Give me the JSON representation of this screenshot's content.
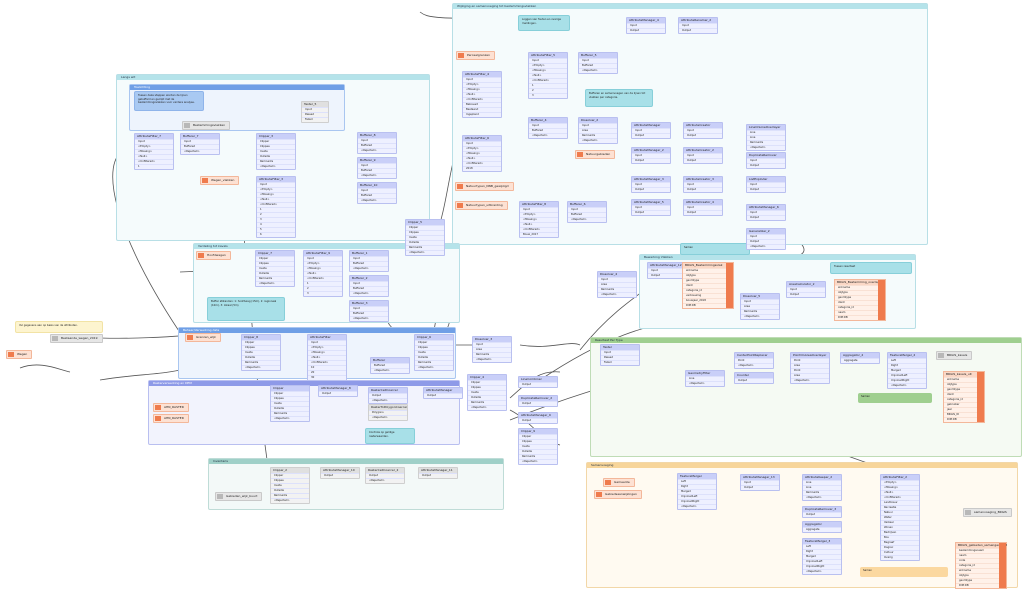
{
  "canvas": {
    "bookmarks": [
      {
        "id": "b1",
        "title": "Langs wit",
        "style": ""
      },
      {
        "id": "b2",
        "title": "Toelichting",
        "style": "blue"
      },
      {
        "id": "b3",
        "title": "Wijziging en samenvoeging tot bestemmingsvlakken",
        "style": ""
      },
      {
        "id": "b4",
        "title": "Verdeling tot kavels",
        "style": ""
      },
      {
        "id": "b5",
        "title": "Beheer/Verwerking data",
        "style": "blue"
      },
      {
        "id": "b6",
        "title": "Rasterverwerking en DEM",
        "style": "violet"
      },
      {
        "id": "b7",
        "title": "Inventaris",
        "style": "teal"
      },
      {
        "id": "b8",
        "title": "Bewerking Vlakken",
        "style": ""
      },
      {
        "id": "b9",
        "title": "Resultaat Per Type",
        "style": "green"
      },
      {
        "id": "b10",
        "title": "Samenvoeging",
        "style": "orange"
      }
    ],
    "notes": [
      {
        "id": "n1",
        "text": "Tussen deze stappen worden de lijnen gebufferd en geclipt met de bestemmingsvlakken voor verdere analyse.",
        "style": "blue"
      },
      {
        "id": "n2",
        "text": "Loggen van fouten en overige meldingen.",
        "style": "cyan"
      },
      {
        "id": "n3",
        "text": "Bufferen en samenvoegen van de lijnen tot vlakken per categorie.",
        "style": "cyan"
      },
      {
        "id": "n4",
        "text": "Buffer afstanden: 1: hoofdweg (15m), 2: regionaal (10m), 3: lokaal (5m)",
        "style": "cyan"
      },
      {
        "id": "n5",
        "text": "Vul gegevens aan op basis van de attributen.",
        "style": "yellow"
      },
      {
        "id": "n6",
        "text": "Controle op geldige rasterwaarden.",
        "style": "cyan"
      },
      {
        "id": "n7",
        "text": "Samen",
        "style": "cyan"
      },
      {
        "id": "n8",
        "text": "Tussen resultaat",
        "style": "cyan"
      },
      {
        "id": "n9",
        "text": "Samen",
        "style": "green"
      },
      {
        "id": "n10",
        "text": "Samen",
        "style": "orange"
      }
    ],
    "readers": [
      {
        "id": "r1",
        "label": "Wegen_vlakken",
        "style": ""
      },
      {
        "id": "r2",
        "label": "Bestemmingsvlakken",
        "style": "gray"
      },
      {
        "id": "r3",
        "label": "Perceelgrenzen",
        "style": ""
      },
      {
        "id": "r4",
        "label": "Kadastrale_percelen",
        "style": ""
      },
      {
        "id": "r5",
        "label": "Natuurgebieden",
        "style": ""
      },
      {
        "id": "r6",
        "label": "Natuurtypen_NNB_gewijzigd",
        "style": ""
      },
      {
        "id": "r7",
        "label": "Natuurtypen_uitbreiding",
        "style": ""
      },
      {
        "id": "r8",
        "label": "Hoofdwegen",
        "style": ""
      },
      {
        "id": "r9",
        "label": "Bestaande_wegen_2019",
        "style": "gray"
      },
      {
        "id": "r10",
        "label": "Wegen",
        "style": ""
      },
      {
        "id": "r11",
        "label": "Grenzen_wijk",
        "style": ""
      },
      {
        "id": "r12",
        "label": "AHN_RASTER",
        "style": ""
      },
      {
        "id": "r13",
        "label": "AHN_RASTER",
        "style": ""
      },
      {
        "id": "r14",
        "label": "Gebieden_wijk_buurt",
        "style": "gray"
      },
      {
        "id": "r15",
        "label": "Gemeente",
        "style": ""
      },
      {
        "id": "r16",
        "label": "Gebiedsaanwijzingen",
        "style": ""
      }
    ],
    "transformers": {
      "t1": {
        "name": "AttributeFilter_7",
        "ports": [
          "Input",
          "<Empty>",
          "<Missing>",
          "<Null>",
          "<Unfiltered>",
          "1"
        ]
      },
      "t2": {
        "name": "Bufferer_7",
        "ports": [
          "Input",
          "Buffered",
          "<Rejected>"
        ]
      },
      "t3": {
        "name": "Clipper_3",
        "ports": [
          "Clipper",
          "Clippee",
          "Inside",
          "Outside",
          "Remnants",
          "<Rejected>"
        ]
      },
      "t4": {
        "name": "AttributeFilter_3",
        "ports": [
          "Input",
          "<Empty>",
          "<Missing>",
          "<Null>",
          "<Unfiltered>",
          "1",
          "2",
          "3",
          "4",
          "5",
          "6"
        ]
      },
      "t5": {
        "name": "Bufferer_8",
        "ports": [
          "Input",
          "Buffered",
          "<Rejected>"
        ]
      },
      "t6": {
        "name": "Bufferer_9",
        "ports": [
          "Input",
          "Buffered",
          "<Rejected>"
        ]
      },
      "t7": {
        "name": "Bufferer_10",
        "ports": [
          "Input",
          "Buffered",
          "<Rejected>"
        ]
      },
      "t8": {
        "name": "Tester_3",
        "ports": [
          "Input",
          "Passed",
          "Failed"
        ]
      },
      "t9": {
        "name": "Clipper_5",
        "ports": [
          "Clipper",
          "Clippee",
          "Inside",
          "Outside",
          "Remnants",
          "<Rejected>"
        ]
      },
      "t10": {
        "name": "AttributeManager_4",
        "ports": [
          "Input",
          "Output"
        ]
      },
      "t11": {
        "name": "AttributeRenamer_2",
        "ports": [
          "Input",
          "Output"
        ]
      },
      "t12": {
        "name": "AttributeFilter_5",
        "ports": [
          "Input",
          "<Empty>",
          "<Missing>",
          "<Null>",
          "<Unfiltered>",
          "1",
          "2",
          "3"
        ]
      },
      "t13": {
        "name": "Bufferer_5",
        "ports": [
          "Input",
          "Buffered",
          "<Rejected>"
        ]
      },
      "t14": {
        "name": "AttributeFilter_4",
        "ports": [
          "Input",
          "<Empty>",
          "<Missing>",
          "<Null>",
          "<Unfiltered>",
          "Bebouwd",
          "Bestaand",
          "Ingepland"
        ]
      },
      "t15": {
        "name": "Bufferer_4",
        "ports": [
          "Input",
          "Buffered",
          "<Rejected>"
        ]
      },
      "t16": {
        "name": "Dissolver_2",
        "ports": [
          "Input",
          "Area",
          "Remnants",
          "<Rejected>"
        ]
      },
      "t17": {
        "name": "AttributeManager",
        "ports": [
          "Input",
          "Output"
        ]
      },
      "t18": {
        "name": "AttributeCreator",
        "ports": [
          "Input",
          "Output"
        ]
      },
      "t19": {
        "name": "AttributeFilter_6",
        "ports": [
          "Input",
          "<Empty>",
          "<Missing>",
          "<Null>",
          "<Unfiltered>",
          "2018"
        ]
      },
      "t20": {
        "name": "AttributeManager_2",
        "ports": [
          "Input",
          "Output"
        ]
      },
      "t21": {
        "name": "AttributeCreator_2",
        "ports": [
          "Input",
          "Output"
        ]
      },
      "t22": {
        "name": "AttributeManager_3",
        "ports": [
          "Input",
          "Output"
        ]
      },
      "t23": {
        "name": "AttributeCreator_3",
        "ports": [
          "Input",
          "Output"
        ]
      },
      "t24": {
        "name": "AttributeFilter_8",
        "ports": [
          "Input",
          "<Empty>",
          "<Missing>",
          "<Null>",
          "<Unfiltered>",
          "Bouw_2017"
        ]
      },
      "t25": {
        "name": "Bufferer_6",
        "ports": [
          "Input",
          "Buffered",
          "<Rejected>"
        ]
      },
      "t26": {
        "name": "AttributeManager_5",
        "ports": [
          "Input",
          "Output"
        ]
      },
      "t27": {
        "name": "AttributeCreator_4",
        "ports": [
          "Input",
          "Output"
        ]
      },
      "t28": {
        "name": "LineOnLineOverlayer",
        "ports": [
          "Line",
          "Line",
          "Remnants",
          "<Rejected>"
        ]
      },
      "t29": {
        "name": "DuplicateRemover",
        "ports": [
          "Input",
          "Output"
        ]
      },
      "t30": {
        "name": "ListExploder",
        "ports": [
          "Input",
          "Output"
        ]
      },
      "t31": {
        "name": "AttributeManager_6",
        "ports": [
          "Input",
          "Output"
        ]
      },
      "t32": {
        "name": "Generalizer_2",
        "ports": [
          "Input",
          "Output",
          "<Rejected>"
        ]
      },
      "t33": {
        "name": "Clipper_7",
        "ports": [
          "Clipper",
          "Clippee",
          "Inside",
          "Outside",
          "Remnants",
          "<Rejected>"
        ]
      },
      "t34": {
        "name": "AttributeFilter_9",
        "ports": [
          "Input",
          "<Empty>",
          "<Missing>",
          "<Null>",
          "<Unfiltered>",
          "1",
          "2",
          "3"
        ]
      },
      "t35": {
        "name": "Bufferer_1",
        "ports": [
          "Input",
          "Buffered",
          "<Rejected>"
        ]
      },
      "t36": {
        "name": "Bufferer_2",
        "ports": [
          "Input",
          "Buffered",
          "<Rejected>"
        ]
      },
      "t37": {
        "name": "Bufferer_3",
        "ports": [
          "Input",
          "Buffered",
          "<Rejected>"
        ]
      },
      "t38": {
        "name": "Clipper_8",
        "ports": [
          "Clipper",
          "Clippee",
          "Inside",
          "Outside",
          "Remnants",
          "<Rejected>"
        ]
      },
      "t39": {
        "name": "AttributeFilter",
        "ports": [
          "Input",
          "<Empty>",
          "<Missing>",
          "<Null>",
          "<Unfiltered>",
          "10",
          "20",
          "30"
        ]
      },
      "t40": {
        "name": "Bufferer",
        "ports": [
          "Buffered",
          "<Rejected>"
        ]
      },
      "t41": {
        "name": "Clipper_6",
        "ports": [
          "Clipper",
          "Clippee",
          "Inside",
          "Outside",
          "Remnants",
          "<Rejected>"
        ]
      },
      "t42": {
        "name": "Dissolver_3",
        "ports": [
          "Input",
          "Area",
          "Remnants",
          "<Rejected>"
        ]
      },
      "t43": {
        "name": "Generalizer",
        "ports": [
          "Output",
          "<Rejected>"
        ]
      },
      "t44": {
        "name": "Dissolver",
        "ports": [
          "Area",
          "Remnants",
          "<Rejected>"
        ]
      },
      "t45": {
        "name": "RasterToPolygon",
        "ports": [
          "Output",
          "<Rejected>"
        ]
      },
      "t46": {
        "name": "Clipper",
        "ports": [
          "Clipper",
          "Clippee",
          "Inside",
          "Outside",
          "Remnants",
          "<Rejected>"
        ]
      },
      "t47": {
        "name": "AttributeManager_8",
        "ports": [
          "Output"
        ]
      },
      "t48": {
        "name": "RasterCellCoercer",
        "ports": [
          "Output",
          "<Rejected>"
        ]
      },
      "t49": {
        "name": "AttributeManager",
        "ports": [
          "Output"
        ]
      },
      "t50": {
        "name": "RasterToPolygonCoercer",
        "ports": [
          "Polygons",
          "<Rejected>"
        ]
      },
      "t51": {
        "name": "Clipper_4",
        "ports": [
          "Clipper",
          "Clippee",
          "Inside",
          "Outside",
          "Remnants",
          "<Rejected>"
        ]
      },
      "t52": {
        "name": "LineCombiner",
        "ports": [
          "Output"
        ]
      },
      "t53": {
        "name": "DuplicateRemover_2",
        "ports": [
          "Output"
        ]
      },
      "t54": {
        "name": "AttributeManager_9",
        "ports": [
          "Output"
        ]
      },
      "t55": {
        "name": "Clipper_9",
        "ports": [
          "Clipper",
          "Clippee",
          "Inside",
          "Outside",
          "Remnants",
          "<Rejected>"
        ]
      },
      "t56": {
        "name": "Clipper_1",
        "ports": [
          "Clipper",
          "Clippee",
          "Inside",
          "Outside",
          "Remnants",
          "<Rejected>"
        ]
      },
      "t57": {
        "name": "AttributeManager_10",
        "ports": [
          "Output"
        ]
      },
      "t58": {
        "name": "RasterCellCoercer_2",
        "ports": [
          "Output",
          "<Rejected>"
        ]
      },
      "t59": {
        "name": "AttributeManager_11",
        "ports": [
          "Output"
        ]
      },
      "t60": {
        "name": "Dissolver_4",
        "ports": [
          "Input",
          "Area",
          "Remnants",
          "<Rejected>"
        ]
      },
      "t61": {
        "name": "AttributeManager_12",
        "ports": [
          "Input",
          "Output"
        ]
      },
      "t62": {
        "name": "Dissolver_5",
        "ports": [
          "Input",
          "Area",
          "Remnants",
          "<Rejected>"
        ]
      },
      "t63": {
        "name": "AreaCalculator_2",
        "ports": [
          "Input",
          "Output"
        ]
      },
      "t64": {
        "name": "Tester",
        "ports": [
          "Input",
          "Passed",
          "Failed"
        ]
      },
      "t65": {
        "name": "CenterPointReplacer",
        "ports": [
          "Point",
          "<Rejected>"
        ]
      },
      "t66": {
        "name": "PointOnAreaOverlayer",
        "ports": [
          "Point",
          "Area",
          "Point",
          "Area",
          "<Rejected>"
        ]
      },
      "t67": {
        "name": "Aggregator_2",
        "ports": [
          "Aggregate"
        ]
      },
      "t68": {
        "name": "GeometryFilter",
        "ports": [
          "Line",
          "<Rejected>"
        ]
      },
      "t69": {
        "name": "Counter",
        "ports": [
          "Output"
        ]
      },
      "t70": {
        "name": "FeatureMerger_2",
        "ports": [
          "Left",
          "Right",
          "Merged",
          "UnjoinedLeft",
          "UnjoinedRight",
          "<Rejected>"
        ]
      },
      "t71": {
        "name": "FeatureMerger",
        "ports": [
          "Left",
          "Right",
          "Merged",
          "UnjoinedLeft",
          "UnjoinedRight",
          "<Rejected>"
        ]
      },
      "t72": {
        "name": "AttributeManager_13",
        "ports": [
          "Input",
          "Output"
        ]
      },
      "t73": {
        "name": "AttributeKeeper_2",
        "ports": [
          "Line",
          "Line",
          "Remnants",
          "<Rejected>"
        ]
      },
      "t74": {
        "name": "DuplicateRemover_3",
        "ports": [
          "Output"
        ]
      },
      "t75": {
        "name": "Aggregator",
        "ports": [
          "Aggregate"
        ]
      },
      "t76": {
        "name": "FeatureMerger_3",
        "ports": [
          "Left",
          "Right",
          "Merged",
          "UnjoinedLeft",
          "UnjoinedRight",
          "<Rejected>"
        ]
      },
      "t77": {
        "name": "AttributeFilter_2",
        "ports": [
          "<Empty>",
          "<Missing>",
          "<Null>",
          "<Unfiltered>",
          "Landbouw",
          "Recreatie",
          "Natuur",
          "Water",
          "Verkeer",
          "Wonen",
          "Bedrijven",
          "Bos",
          "Begraaf",
          "Dagrec",
          "Cultuur",
          "Overig"
        ]
      },
      "t78": {
        "name": "Tester_2",
        "ports": [
          "Input",
          "Output"
        ]
      },
      "t79": {
        "name": "Tester_4",
        "ports": [
          "Input",
          "Passed",
          "Failed"
        ]
      },
      "t80": {
        "name": "Clipper_2",
        "ports": [
          "Clipper",
          "Clippee",
          "Inside",
          "Outside",
          "Remnants",
          "<Rejected>"
        ]
      }
    },
    "writers": [
      {
        "id": "w1",
        "title": "BRGIS_Bestemmingsvlak",
        "ports": [
          "wrkname",
          "objtype",
          "geomtype",
          "ident",
          "categorie_id",
          "verbouwing",
          "bouwjaar_2018",
          "DIM:DB"
        ]
      },
      {
        "id": "w2",
        "title": "BRGIS_Bestemming_overlap",
        "ports": [
          "wrkname",
          "objtype",
          "geomtype",
          "ident",
          "categorie_id",
          "naam",
          "DIM:DB"
        ]
      },
      {
        "id": "w3",
        "title": "BRGIS_kavels_uit",
        "ports": [
          "wrkname",
          "objtype",
          "geomtype",
          "ident",
          "categorie_id",
          "gebruiker",
          "jaar",
          "BRGIS_ID",
          "DIM:DB"
        ]
      },
      {
        "id": "w4",
        "title": "BRGIS_gebieden_samengevoegd",
        "ports": [
          "bestemmingsnaam",
          "naam",
          "code",
          "categorie_id",
          "wrkname",
          "objtype",
          "geomtype",
          "DIM:DB"
        ]
      }
    ],
    "gray_writers": [
      {
        "id": "gw1",
        "label": "BRGIS_kavels"
      },
      {
        "id": "gw2",
        "label": "samenvoeging_BRGIS"
      }
    ],
    "tester_small": {
      "title": "Tester_5",
      "ports": [
        "Input",
        "Passed",
        "Failed"
      ]
    }
  }
}
